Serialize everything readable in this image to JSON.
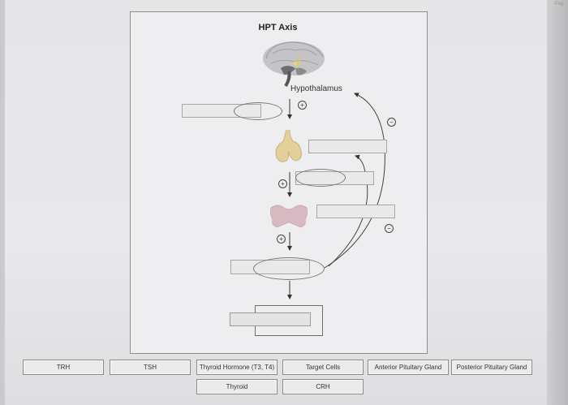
{
  "corner_text": "Pag",
  "diagram": {
    "title": "HPT Axis",
    "hypothalamus_label": "Hypothalamus",
    "plus": "+",
    "minus": "−"
  },
  "answer_bank": {
    "row1": [
      "TRH",
      "TSH",
      "Thyroid Hormone (T3, T4)",
      "Target Cells",
      "Anterior Pituitary Gland",
      "Posterior Pituitary Gland"
    ],
    "row2": [
      "Thyroid",
      "CRH"
    ]
  },
  "colors": {
    "pituitary": "#e3cf9a",
    "thyroid": "#d9b9c1",
    "brain": "#8a8a8a"
  }
}
